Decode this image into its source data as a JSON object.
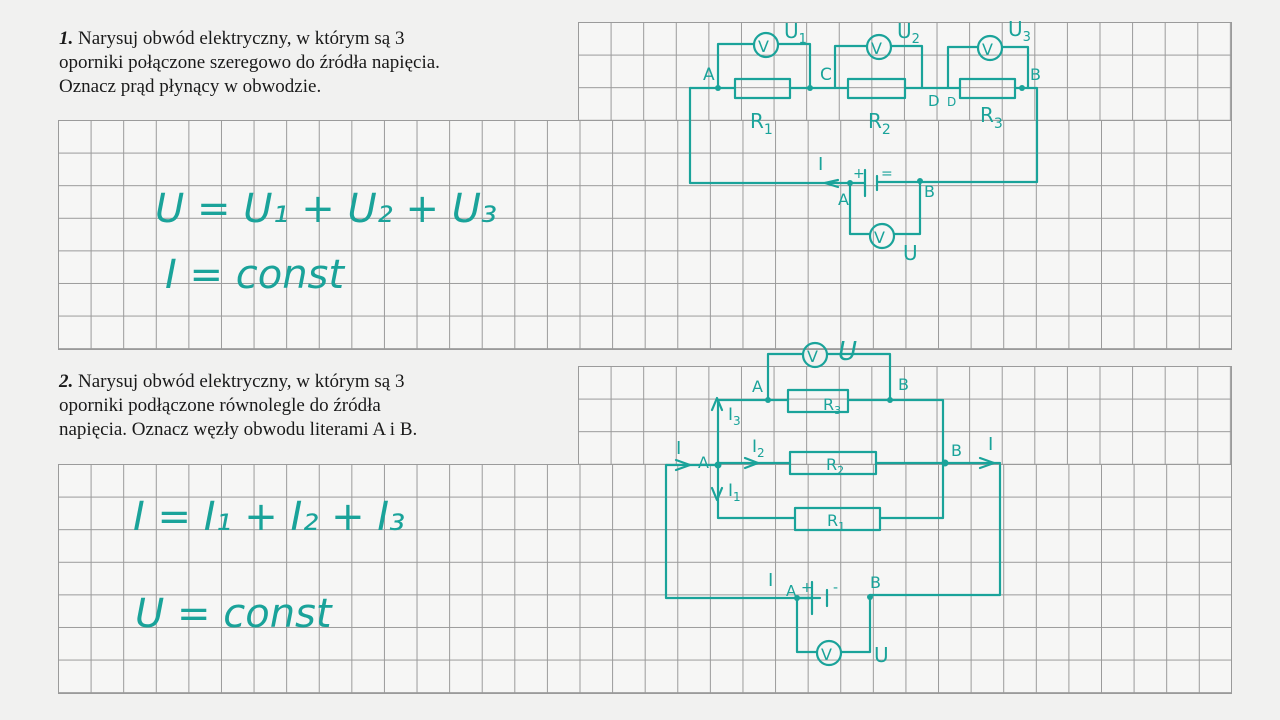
{
  "task1": {
    "number": "1.",
    "lines": [
      "Narysuj obwód elektryczny, w którym są 3",
      "oporniki połączone szeregowo do źródła napięcia.",
      "Oznacz prąd płynący w obwodzie."
    ]
  },
  "task2": {
    "number": "2.",
    "lines": [
      "Narysuj obwód elektryczny, w którym są 3",
      "oporniki podłączone równolegle do źródła",
      "napięcia. Oznacz węzły obwodu literami A i B."
    ]
  },
  "ink_color": "#1aa39a",
  "circuit1": {
    "nodes": {
      "a": "A",
      "c": "C",
      "d1": "D",
      "d2": "D",
      "b": "B",
      "src_a": "A",
      "src_b": "B"
    },
    "resistors": {
      "r1": "R",
      "r1_sub": "1",
      "r2": "R",
      "r2_sub": "2",
      "r3": "R",
      "r3_sub": "3"
    },
    "voltmeter_symbol": "V",
    "voltages": {
      "u1": "U",
      "u1_sub": "1",
      "u2": "U",
      "u2_sub": "2",
      "u3": "U",
      "u3_sub": "3",
      "u": "U"
    },
    "current": "I",
    "plus": "+",
    "minus": "="
  },
  "formula1": {
    "u": "U = U₁ + U₂ + U₃",
    "i": "I = const"
  },
  "circuit2": {
    "nodes": {
      "a_top": "A",
      "b_top": "B",
      "a_mid": "A",
      "b_mid": "B",
      "src_a": "A",
      "src_b": "B"
    },
    "resistors": {
      "r3": "R",
      "r3_sub": "3",
      "r2": "R",
      "r2_sub": "2",
      "r1": "R",
      "r1_sub": "1"
    },
    "currents": {
      "i3": "I",
      "i3_sub": "3",
      "i2": "I",
      "i2_sub": "2",
      "i1": "I",
      "i1_sub": "1",
      "i_in": "I",
      "i_out": "I",
      "i_src": "I"
    },
    "voltmeter_symbol": "V",
    "voltage_top": "U",
    "voltage_src": "U",
    "plus": "+",
    "minus": "-"
  },
  "formula2": {
    "i": "I = I₁ + I₂ + I₃",
    "u": "U = const"
  }
}
